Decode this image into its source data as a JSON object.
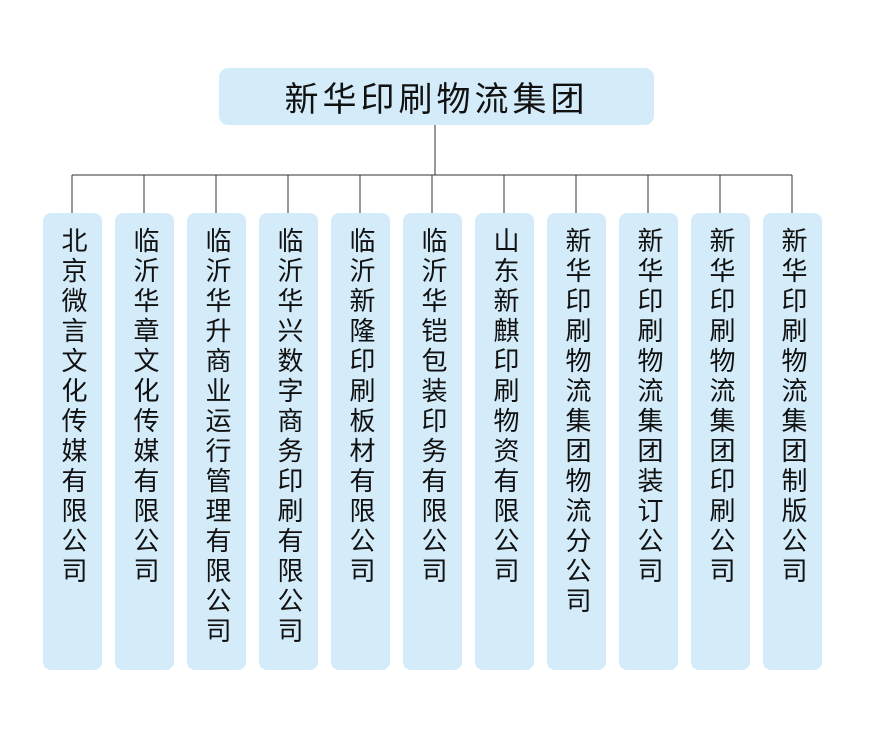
{
  "root": {
    "label": "新华印刷物流集团"
  },
  "children": [
    {
      "label": "北京微言文化传媒有限公司"
    },
    {
      "label": "临沂华章文化传媒有限公司"
    },
    {
      "label": "临沂华升商业运行管理有限公司"
    },
    {
      "label": "临沂华兴数字商务印刷有限公司"
    },
    {
      "label": "临沂新隆印刷板材有限公司"
    },
    {
      "label": "临沂华铠包装印务有限公司"
    },
    {
      "label": "山东新麒印刷物资有限公司"
    },
    {
      "label": "新华印刷物流集团物流分公司"
    },
    {
      "label": "新华印刷物流集团装订公司"
    },
    {
      "label": "新华印刷物流集团印刷公司"
    },
    {
      "label": "新华印刷物流集团制版公司"
    }
  ],
  "colors": {
    "box_fill": "#d4ecf9",
    "line": "#333333",
    "text": "#111111"
  }
}
